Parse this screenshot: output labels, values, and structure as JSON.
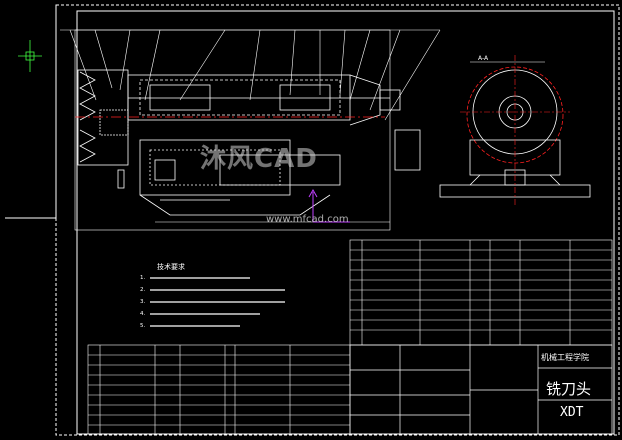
{
  "drawing": {
    "title": "铣刀头",
    "code": "XDT",
    "organization": "机械工程学院",
    "view_label": "A-A",
    "watermark": "沐风CAD",
    "watermark_url": "www.mfcad.com"
  },
  "tech_notes": {
    "title": "技术要求",
    "lines": [
      "1.",
      "2.",
      "3.",
      "4.",
      "5."
    ]
  },
  "colors": {
    "background": "#000000",
    "line": "#ffffff",
    "center_line": "#ff2020",
    "accent": "#c040ff",
    "cursor": "#40ff40"
  }
}
